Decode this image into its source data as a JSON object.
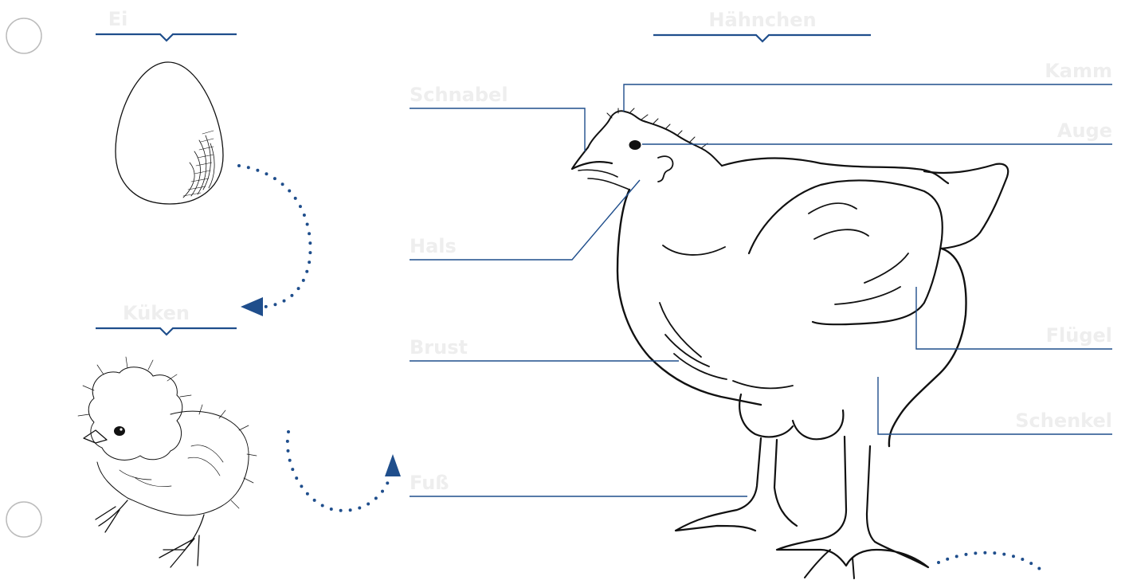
{
  "stages": {
    "egg": "Ei",
    "chick": "Küken",
    "rooster": "Hähnchen"
  },
  "parts": {
    "comb": "Kamm",
    "beak": "Schnabel",
    "eye": "Auge",
    "neck": "Hals",
    "breast": "Brust",
    "wing": "Flügel",
    "thigh": "Schenkel",
    "foot": "Fuß"
  },
  "colors": {
    "accent": "#1f4e8c",
    "label_text": "#eeeeee",
    "ink": "#111111"
  }
}
